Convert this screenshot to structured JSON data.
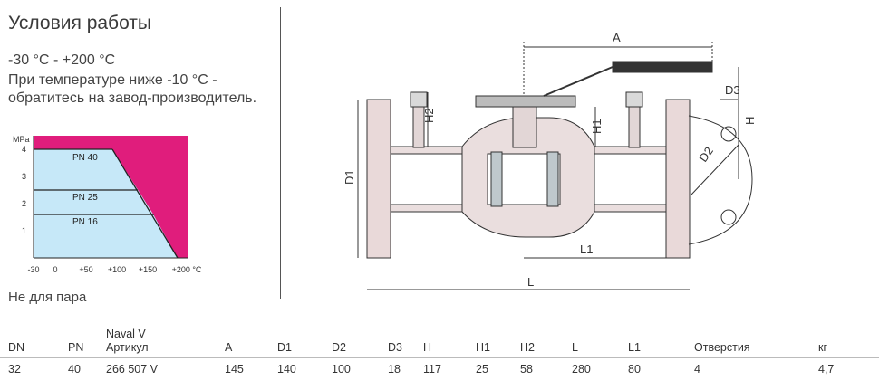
{
  "heading": "Условия работы",
  "conditions": [
    "-30 °C - +200 °C",
    "При температуре ниже -10 °C -",
    "обратитесь на завод-производитель."
  ],
  "steam_note": "Не для пара",
  "pt_chart": {
    "unit_y": "MPa",
    "y_ticks": [
      "4",
      "3",
      "2",
      "1"
    ],
    "x_ticks": [
      "-30",
      "0",
      "+50",
      "+100",
      "+150",
      "+200 °C"
    ],
    "series": [
      "PN 40",
      "PN 25",
      "PN 16"
    ],
    "colors": {
      "allowed": "#c6e8f8",
      "forbidden": "#e01d7c",
      "line": "#222222"
    }
  },
  "drawing_labels": {
    "A": "A",
    "H2": "H2",
    "H1": "H1",
    "D3": "D3",
    "H": "H",
    "D2": "D2",
    "D1": "D1",
    "L1": "L1",
    "L": "L"
  },
  "table": {
    "brand_line": "Naval V",
    "headers": [
      "DN",
      "PN",
      "Артикул",
      "A",
      "D1",
      "D2",
      "D3",
      "H",
      "H1",
      "H2",
      "L",
      "L1",
      "Отверстия",
      "кг"
    ],
    "rows": [
      [
        "32",
        "40",
        "266 507 V",
        "145",
        "140",
        "100",
        "18",
        "117",
        "25",
        "58",
        "280",
        "80",
        "4",
        "4,7"
      ]
    ]
  }
}
